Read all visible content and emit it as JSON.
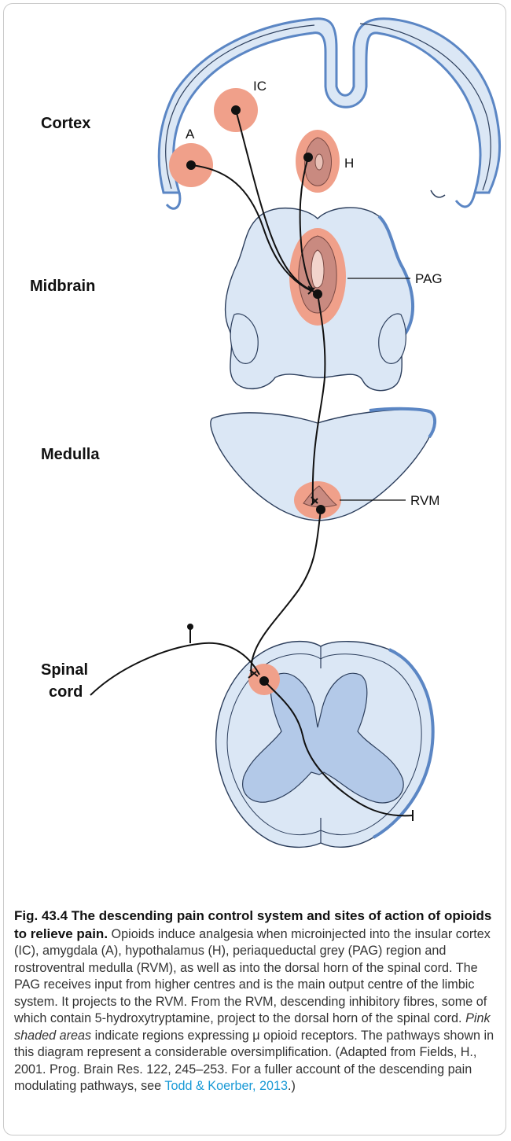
{
  "labels": {
    "cortex": "Cortex",
    "midbrain": "Midbrain",
    "medulla": "Medulla",
    "spinal_line1": "Spinal",
    "spinal_line2": "cord",
    "ic": "IC",
    "a": "A",
    "h": "H",
    "pag": "PAG",
    "rvm": "RVM"
  },
  "caption": {
    "fig_title": "Fig. 43.4  The descending pain control system and sites of action of opioids to relieve pain.",
    "part1": " Opioids induce analgesia when microinjected into the insular cortex (IC), amygdala (A), hypothalamus (H), periaqueductal grey (PAG) region and rostroventral medulla (RVM), as well as into the dorsal horn of the spinal cord. The PAG receives input from higher centres and is the main output centre of the limbic system. It projects to the RVM. From the RVM, descending inhibitory fibres, some of which contain 5-hydroxytryptamine, project to the dorsal horn of the spinal cord. ",
    "italic": "Pink shaded areas",
    "part2": " indicate regions expressing μ opioid receptors. The pathways shown in this diagram represent a considerable oversimplification. (Adapted from Fields, H., 2001. Prog. Brain Res. 122, 245–253. For a fuller account of the descending pain modulating pathways, see ",
    "link": "Todd & Koerber, 2013",
    "part3": ".)"
  },
  "colors": {
    "tissue_fill": "#dbe7f5",
    "tissue_edge": "#5b86c4",
    "grey_matter": "#b3c9e8",
    "receptor_pink": "#f0a08a",
    "nucleus": "#c98a80",
    "link": "#1a9ad6"
  }
}
